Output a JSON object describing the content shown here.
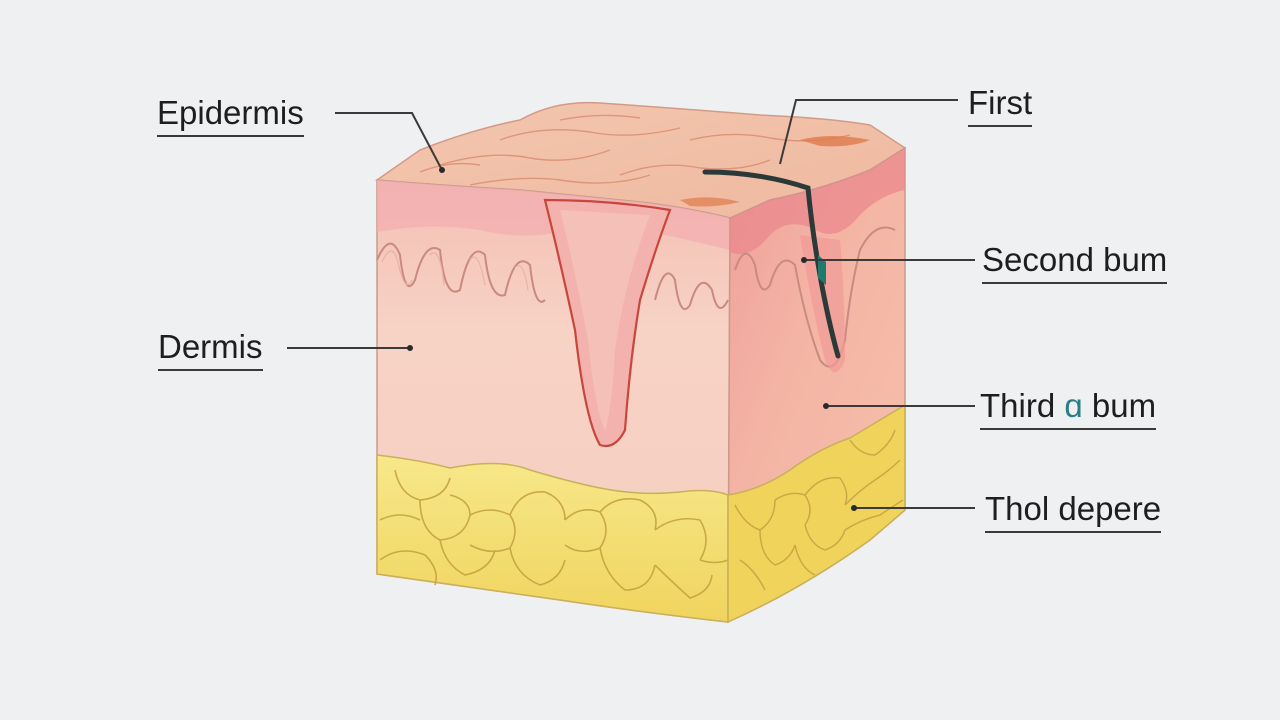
{
  "labels": {
    "epidermis": "Epidermis",
    "dermis": "Dermis",
    "first": "First",
    "second": "Second bum",
    "third_a": "Third ",
    "third_glyph": "ɑ",
    "third_b": " bum",
    "fourth": "Thol depere"
  },
  "colors": {
    "background": "#eff0f1",
    "epidermis_top": "#f2c2a8",
    "dermis": "#f6cfc0",
    "fat": "#f4e27a",
    "burn_line": "#2b3a38",
    "red_outline": "#c8463c"
  }
}
